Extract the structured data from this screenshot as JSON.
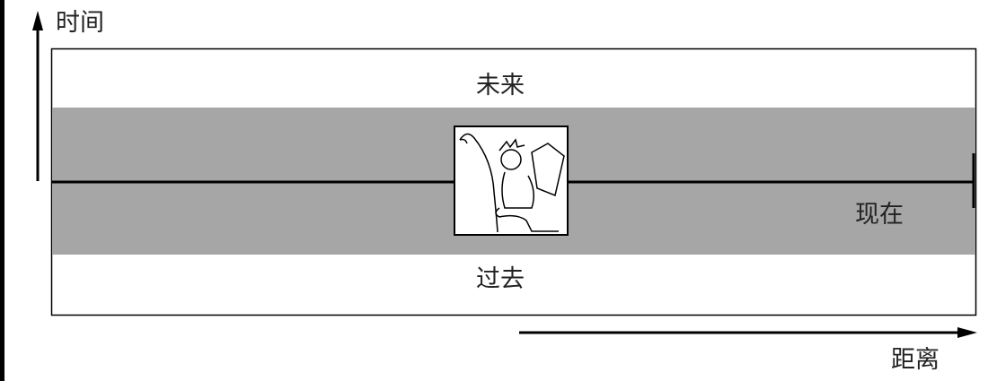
{
  "axes": {
    "time_label": "时间",
    "distance_label": "距离"
  },
  "regions": {
    "future": "未来",
    "present": "现在",
    "past": "过去"
  },
  "illustration": {
    "subject": "person-reading-newspaper-icon"
  },
  "colors": {
    "present_band": "#a6a6a6",
    "line": "#000000"
  }
}
